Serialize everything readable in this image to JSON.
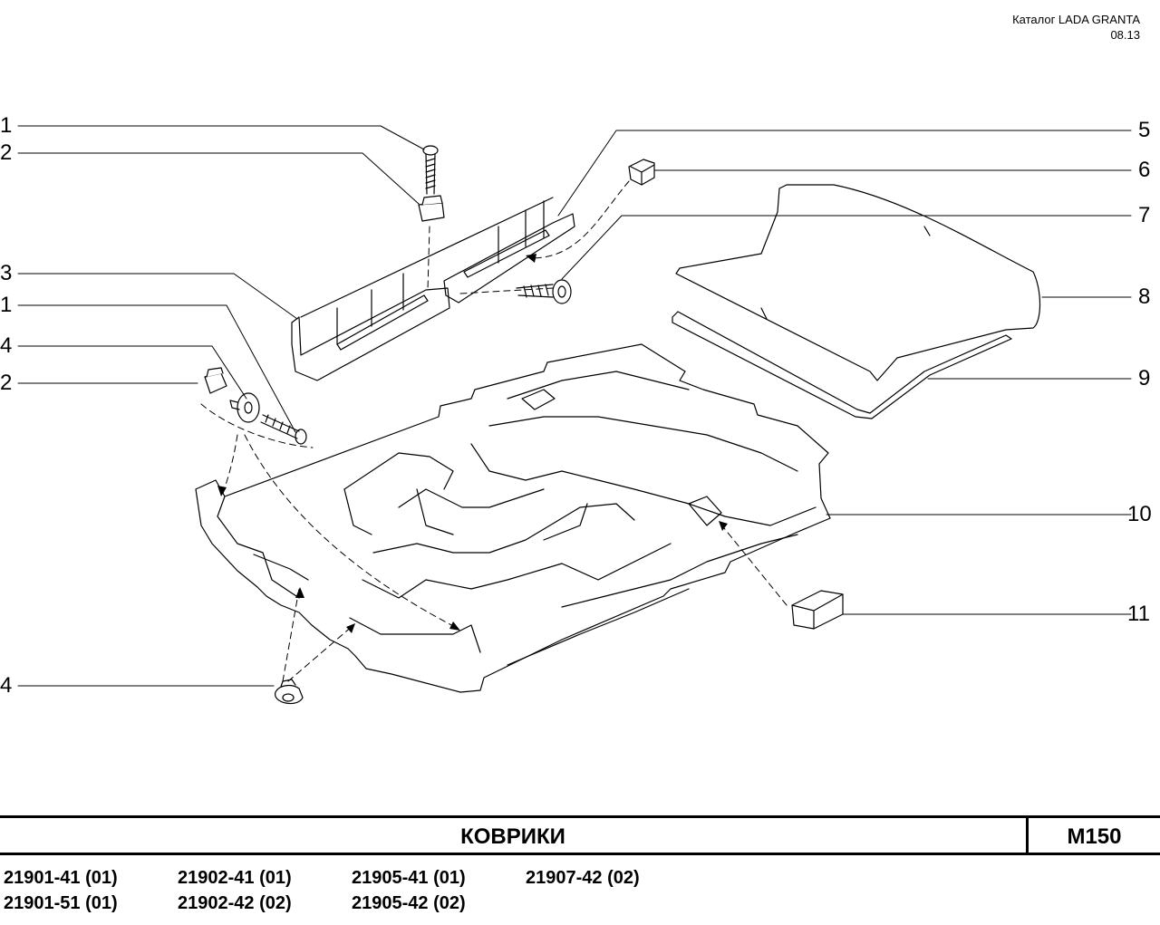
{
  "header": {
    "catalog": "Каталог  LADA  GRANTA",
    "date": "08.13"
  },
  "callouts": {
    "left": [
      "1",
      "2",
      "3",
      "1",
      "4",
      "2",
      "4"
    ],
    "right": [
      "5",
      "6",
      "7",
      "8",
      "9",
      "10",
      "11"
    ]
  },
  "title": "КОВРИКИ",
  "code": "M150",
  "models": [
    "21901-41 (01)",
    "21902-41 (01)",
    "21905-41 (01)",
    "21907-42 (02)",
    "21901-51 (01)",
    "21902-42 (02)",
    "21905-42 (02)"
  ]
}
